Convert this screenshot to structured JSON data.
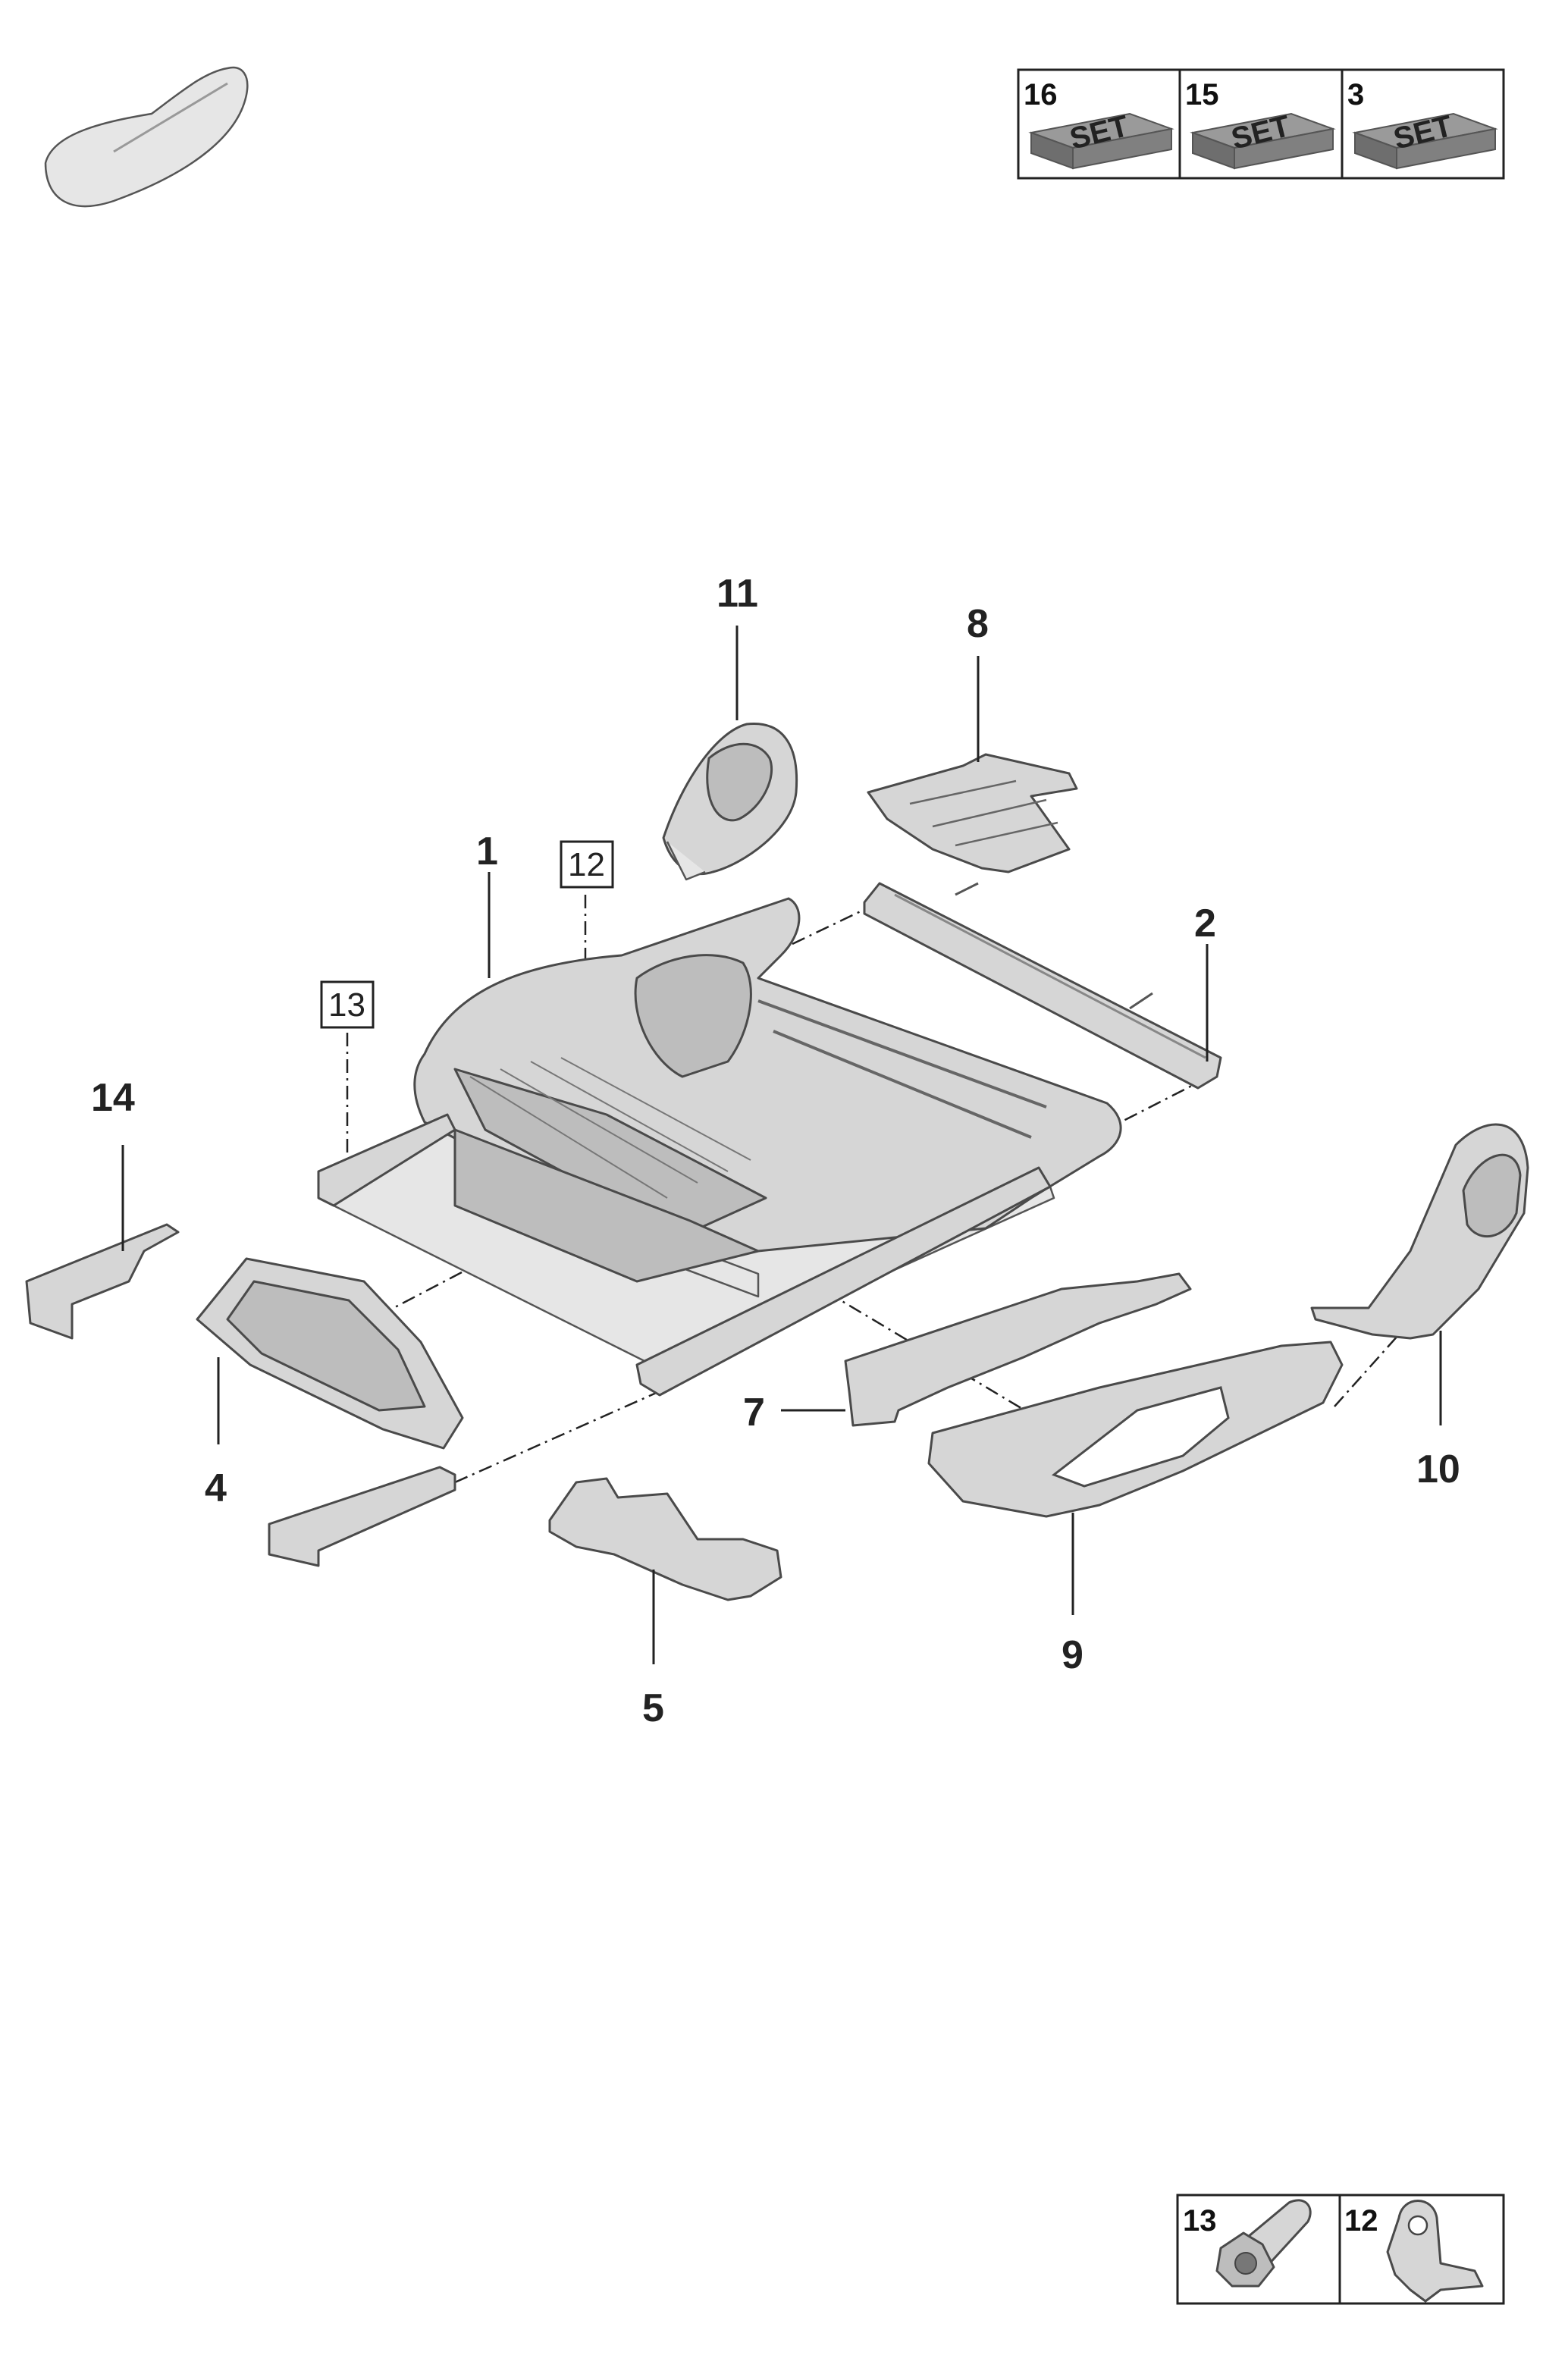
{
  "set_table": {
    "cells": [
      {
        "number": "16",
        "label": "SET"
      },
      {
        "number": "15",
        "label": "SET"
      },
      {
        "number": "3",
        "label": "SET"
      }
    ]
  },
  "fastener_table": {
    "cells": [
      {
        "number": "13"
      },
      {
        "number": "12"
      }
    ]
  },
  "callouts": {
    "c1": "1",
    "c2": "2",
    "c4": "4",
    "c5": "5",
    "c7": "7",
    "c8": "8",
    "c9": "9",
    "c10": "10",
    "c11": "11",
    "c14": "14",
    "box12": "12",
    "box13": "13"
  }
}
